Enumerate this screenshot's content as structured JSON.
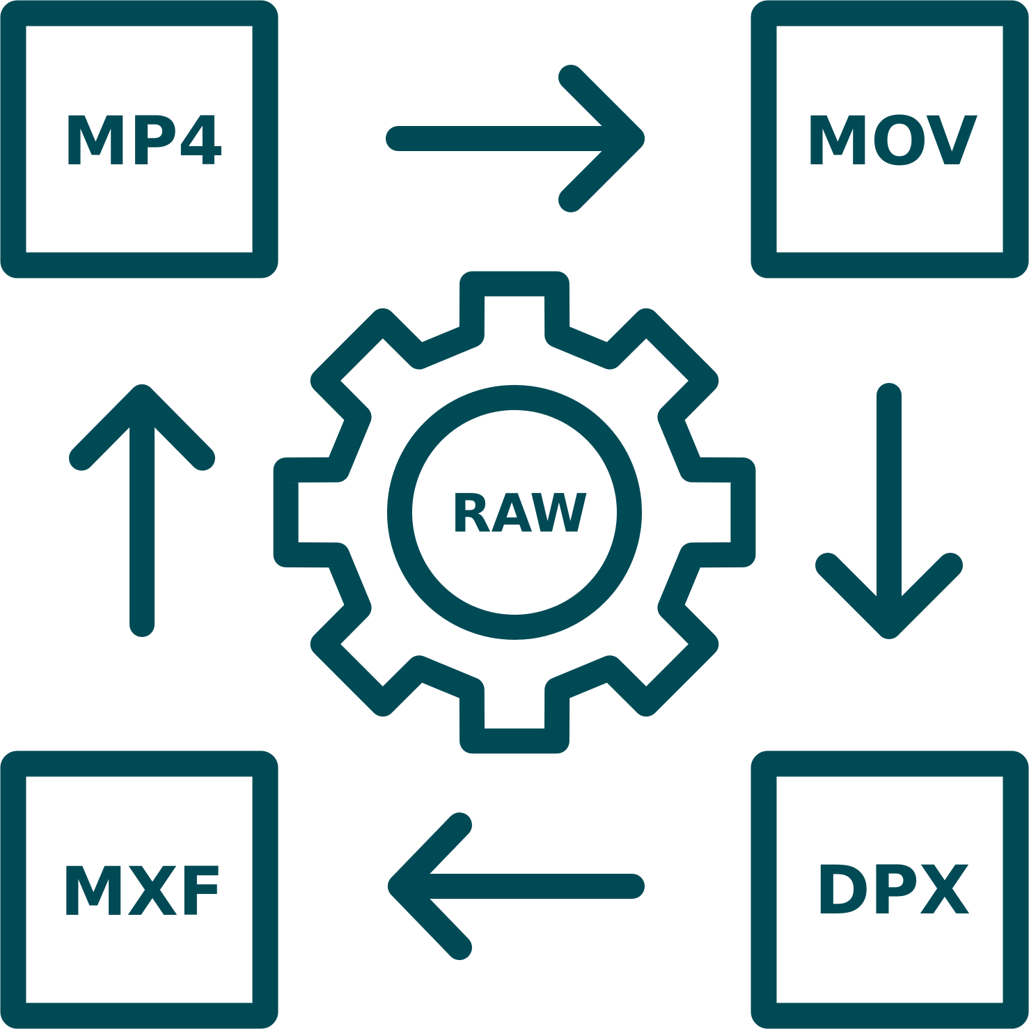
{
  "colors": {
    "primary": "#004a55",
    "background": "#ffffff"
  },
  "formats": {
    "top_left": "MP4",
    "top_right": "MOV",
    "bottom_right": "DPX",
    "bottom_left": "MXF"
  },
  "center": {
    "label": "RAW",
    "icon": "gear-icon"
  },
  "arrows": {
    "top": "arrow-right-icon",
    "right": "arrow-down-icon",
    "bottom": "arrow-left-icon",
    "left": "arrow-up-icon"
  }
}
